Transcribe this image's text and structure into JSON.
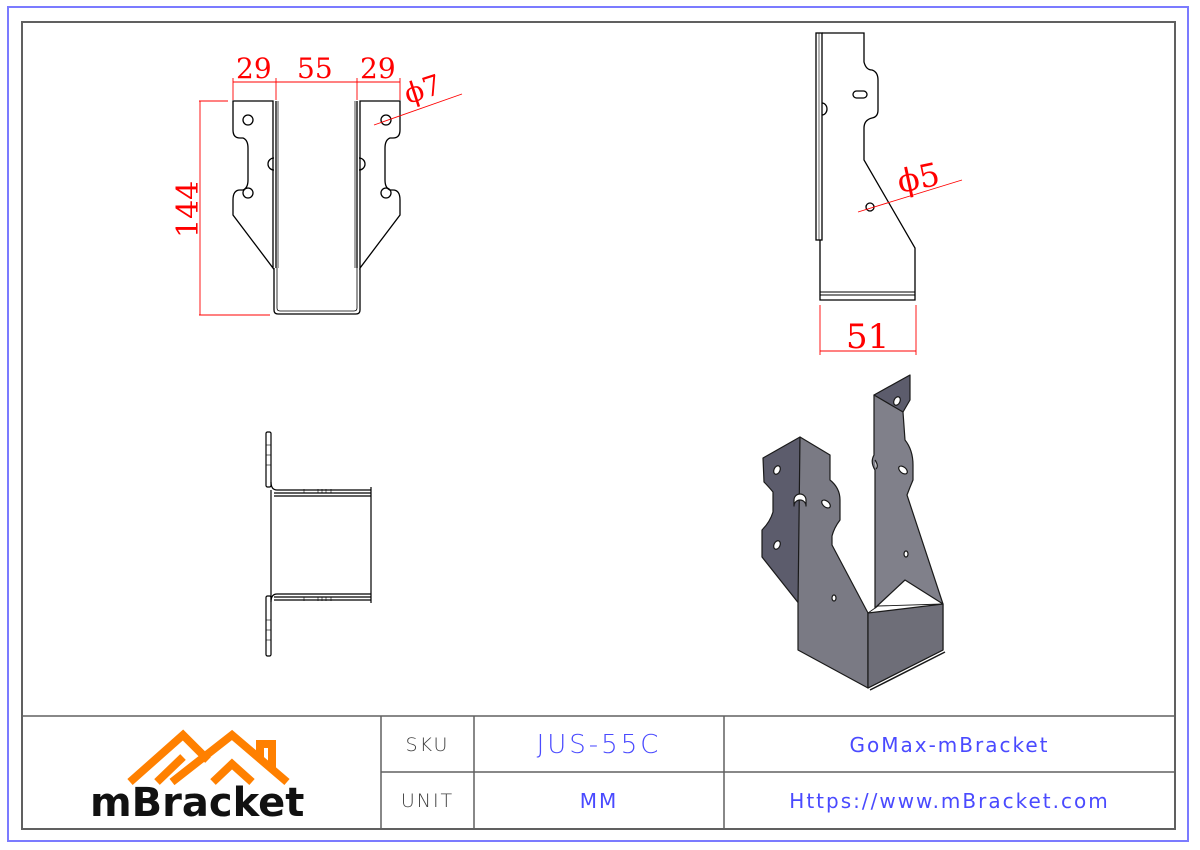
{
  "drawing": {
    "front_view": {
      "dimensions": {
        "left_flange_width": "29",
        "seat_width": "55",
        "right_flange_width": "29",
        "hole_diameter": "ϕ7",
        "height": "144"
      }
    },
    "side_view": {
      "dimensions": {
        "hole_diameter": "ϕ5",
        "depth": "51"
      }
    },
    "colors": {
      "dimension": "#ff0000",
      "outline": "#000000",
      "border": "#7b7bff",
      "frame": "#606060",
      "iso_fill": "#7a7a84",
      "iso_side": "#5c5c6c"
    }
  },
  "title_block": {
    "logo": {
      "text": "mBracket",
      "roof_color": "#ff8000"
    },
    "rows": [
      {
        "label": "SKU",
        "value": "JUS-55C",
        "info": "GoMax-mBracket"
      },
      {
        "label": "UNIT",
        "value": "MM",
        "info": "Https://www.mBracket.com"
      }
    ]
  }
}
